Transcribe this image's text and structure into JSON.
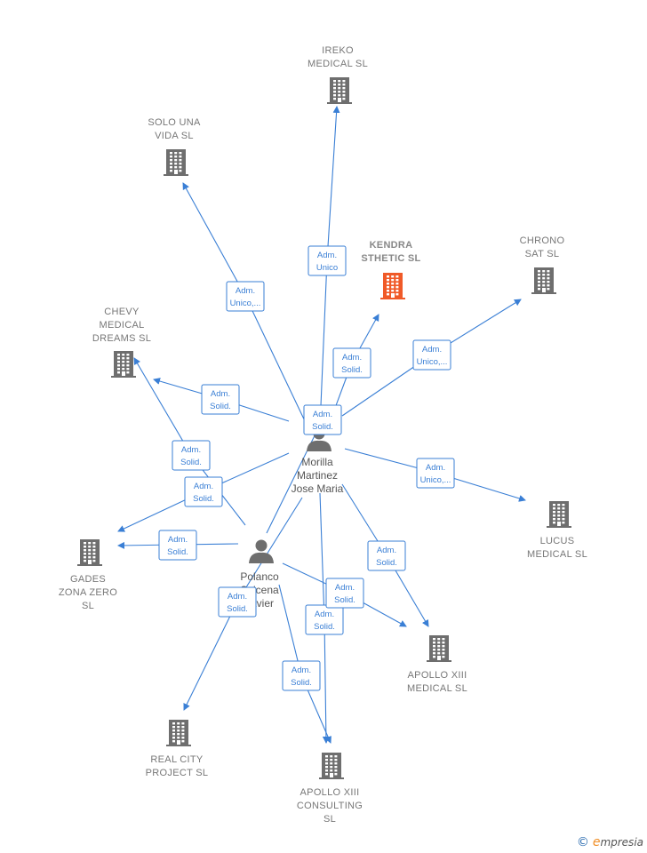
{
  "companies": [
    {
      "id": "ireko",
      "lines": [
        "IREKO",
        "MEDICAL  SL"
      ],
      "focus": false
    },
    {
      "id": "solo",
      "lines": [
        "SOLO UNA",
        "VIDA  SL"
      ],
      "focus": false
    },
    {
      "id": "kendra",
      "lines": [
        "KENDRA",
        "STHETIC  SL"
      ],
      "focus": true
    },
    {
      "id": "chrono",
      "lines": [
        "CHRONO",
        "SAT  SL"
      ],
      "focus": false
    },
    {
      "id": "chevy",
      "lines": [
        "CHEVY",
        "MEDICAL",
        "DREAMS  SL"
      ],
      "focus": false
    },
    {
      "id": "lucus",
      "lines": [
        "LUCUS",
        "MEDICAL  SL"
      ],
      "focus": false
    },
    {
      "id": "gades",
      "lines": [
        "GADES",
        "ZONA ZERO",
        "SL"
      ],
      "focus": false
    },
    {
      "id": "apollo_medical",
      "lines": [
        "APOLLO XIII",
        "MEDICAL  SL"
      ],
      "focus": false
    },
    {
      "id": "real_city",
      "lines": [
        "REAL CITY",
        "PROJECT  SL"
      ],
      "focus": false
    },
    {
      "id": "apollo_consulting",
      "lines": [
        "APOLLO XIII",
        "CONSULTING",
        "SL"
      ],
      "focus": false
    }
  ],
  "persons": [
    {
      "id": "morilla",
      "lines": [
        "Morilla",
        "Martinez",
        "Jose Maria"
      ]
    },
    {
      "id": "polanco",
      "lines": [
        "Polanco",
        "Salcena",
        "Javier"
      ]
    }
  ],
  "edges": [
    {
      "from": "morilla",
      "to": "ireko",
      "label": [
        "Adm.",
        "Unico"
      ]
    },
    {
      "from": "morilla",
      "to": "solo",
      "label": [
        "Adm.",
        "Unico,..."
      ]
    },
    {
      "from": "morilla",
      "to": "kendra",
      "label": [
        "Adm.",
        "Solid."
      ]
    },
    {
      "from": "morilla",
      "to": "chrono",
      "label": [
        "Adm.",
        "Unico,..."
      ]
    },
    {
      "from": "morilla",
      "to": "chevy",
      "label": [
        "Adm.",
        "Solid."
      ]
    },
    {
      "from": "morilla",
      "to": "lucus",
      "label": [
        "Adm.",
        "Unico,..."
      ]
    },
    {
      "from": "morilla",
      "to": "gades",
      "label": [
        "Adm.",
        "Solid."
      ]
    },
    {
      "from": "morilla",
      "to": "apollo_medical",
      "label": [
        "Adm.",
        "Solid."
      ]
    },
    {
      "from": "morilla",
      "to": "apollo_consulting",
      "label": [
        "Adm.",
        "Solid."
      ]
    },
    {
      "from": "morilla",
      "to": "real_city",
      "label": [
        "Adm.",
        "Solid."
      ]
    },
    {
      "from": "polanco",
      "to": "kendra",
      "label": [
        "Adm.",
        "Solid."
      ]
    },
    {
      "from": "polanco",
      "to": "chevy",
      "label": [
        "Adm.",
        "Solid."
      ]
    },
    {
      "from": "polanco",
      "to": "gades",
      "label": [
        "Adm.",
        "Solid."
      ]
    },
    {
      "from": "polanco",
      "to": "apollo_medical",
      "label": [
        "Adm.",
        "Solid."
      ]
    },
    {
      "from": "polanco",
      "to": "apollo_consulting",
      "label": [
        "Adm.",
        "Solid."
      ]
    }
  ],
  "colors": {
    "edge": "#3a7fd5",
    "building": "#6e6e6e",
    "focus_building": "#f05a28",
    "person": "#6e6e6e"
  },
  "brand": {
    "copyright": "©",
    "initial": "e",
    "name": "mpresia"
  }
}
